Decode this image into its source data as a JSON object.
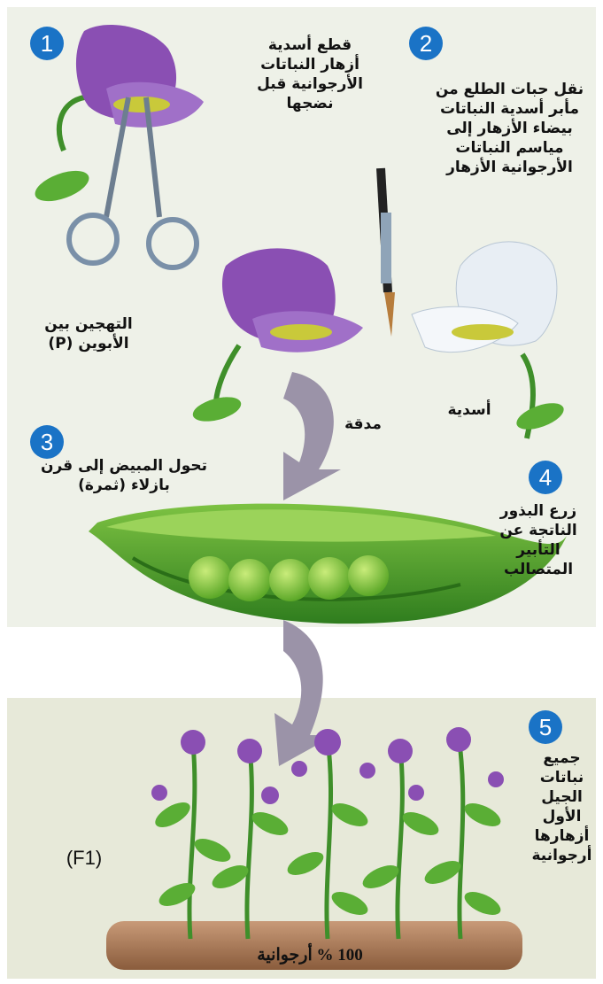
{
  "steps": [
    {
      "num": "1",
      "text": "قطع أسدية أزهار النباتات الأرجوانية قبل نضجها"
    },
    {
      "num": "2",
      "text": "نقل حبات الطلع من مأبر أسدية النباتات بيضاء الأزهار إلى مياسم النباتات الأرجوانية الأزهار"
    },
    {
      "num": "3",
      "text": "تحول المبيض إلى قرن بازلاء (ثمرة)"
    },
    {
      "num": "4",
      "text": "زرع البذور الناتجة عن التأبير المتصالب"
    },
    {
      "num": "5",
      "text": "جميع نباتات الجيل الأول أزهارها أرجوانية"
    }
  ],
  "labels": {
    "parents": "التهجين بين الأبوين (P)",
    "stigma": "مدقة",
    "stamens": "أسدية",
    "generation": "(F1)",
    "result": "100 % أرجوانية"
  },
  "colors": {
    "badge": "#1a73c6",
    "flower_purple": "#8a4fb3",
    "flower_white": "#e8eef4",
    "leaf_green": "#3f9a2c",
    "arrow": "#9b93a8",
    "soil": "#a8785a"
  }
}
